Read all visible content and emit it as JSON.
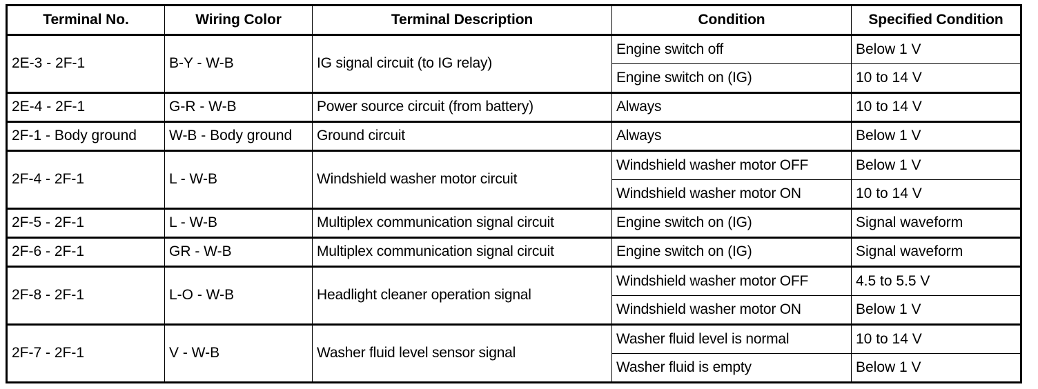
{
  "table": {
    "headers": [
      "Terminal No.",
      "Wiring Color",
      "Terminal Description",
      "Condition",
      "Specified Condition"
    ],
    "groups": [
      {
        "terminal": "2E-3 - 2F-1",
        "wiring": "B-Y - W-B",
        "description": "IG signal circuit (to IG relay)",
        "rows": [
          {
            "condition": "Engine switch off",
            "specified": "Below 1 V"
          },
          {
            "condition": "Engine switch on (IG)",
            "specified": "10 to 14 V"
          }
        ]
      },
      {
        "terminal": "2E-4 - 2F-1",
        "wiring": "G-R - W-B",
        "description": "Power source circuit (from battery)",
        "rows": [
          {
            "condition": "Always",
            "specified": "10 to 14 V"
          }
        ]
      },
      {
        "terminal": "2F-1 - Body ground",
        "wiring": "W-B - Body ground",
        "description": "Ground circuit",
        "rows": [
          {
            "condition": "Always",
            "specified": "Below 1 V"
          }
        ]
      },
      {
        "terminal": "2F-4 - 2F-1",
        "wiring": "L - W-B",
        "description": "Windshield washer motor circuit",
        "rows": [
          {
            "condition": "Windshield washer motor OFF",
            "specified": "Below 1 V"
          },
          {
            "condition": "Windshield washer motor ON",
            "specified": "10 to 14 V"
          }
        ]
      },
      {
        "terminal": "2F-5 - 2F-1",
        "wiring": "L - W-B",
        "description": "Multiplex communication signal circuit",
        "rows": [
          {
            "condition": "Engine switch on (IG)",
            "specified": "Signal waveform"
          }
        ]
      },
      {
        "terminal": "2F-6 - 2F-1",
        "wiring": "GR - W-B",
        "description": "Multiplex communication signal circuit",
        "rows": [
          {
            "condition": "Engine switch on (IG)",
            "specified": "Signal waveform"
          }
        ]
      },
      {
        "terminal": "2F-8 - 2F-1",
        "wiring": "L-O - W-B",
        "description": "Headlight cleaner operation signal",
        "rows": [
          {
            "condition": "Windshield washer motor OFF",
            "specified": "4.5 to 5.5 V"
          },
          {
            "condition": "Windshield washer motor ON",
            "specified": "Below 1 V"
          }
        ]
      },
      {
        "terminal": "2F-7 - 2F-1",
        "wiring": "V - W-B",
        "description": "Washer fluid level sensor signal",
        "rows": [
          {
            "condition": "Washer fluid level is normal",
            "specified": "10 to 14 V"
          },
          {
            "condition": "Washer fluid is empty",
            "specified": "Below 1 V"
          }
        ]
      }
    ]
  }
}
